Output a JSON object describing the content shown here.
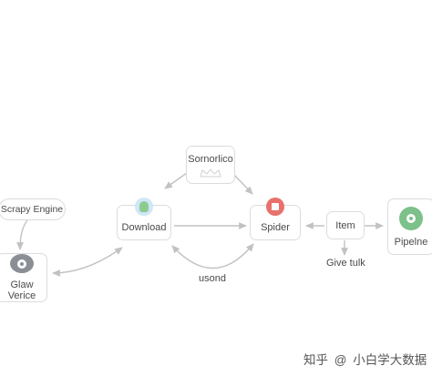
{
  "nodes": {
    "scheduler": {
      "label": "Sornorlico"
    },
    "engine": {
      "label": "Scrapy Engine"
    },
    "download": {
      "label": "Download",
      "icon": "android-icon",
      "icon_color": "#8ccb8e",
      "badge_color": "#cfe7f7"
    },
    "spider": {
      "label": "Spider",
      "icon": "spider-icon",
      "icon_color": "#e8716b"
    },
    "item": {
      "label": "Item"
    },
    "pipeline": {
      "label": "Pipelne",
      "icon": "gear-icon",
      "icon_color": "#7cc08a"
    },
    "middleware": {
      "label": "Glaw Verice",
      "icon": "gear-icon",
      "icon_color": "#8a8f96"
    }
  },
  "edge_labels": {
    "usond": "usond",
    "give_tuk": "Give tulk"
  },
  "watermark": {
    "prefix": "知乎",
    "at": "@",
    "name": "小白学大数据"
  },
  "colors": {
    "arrow": "#c2c2c2",
    "border": "#dcdcdc"
  }
}
